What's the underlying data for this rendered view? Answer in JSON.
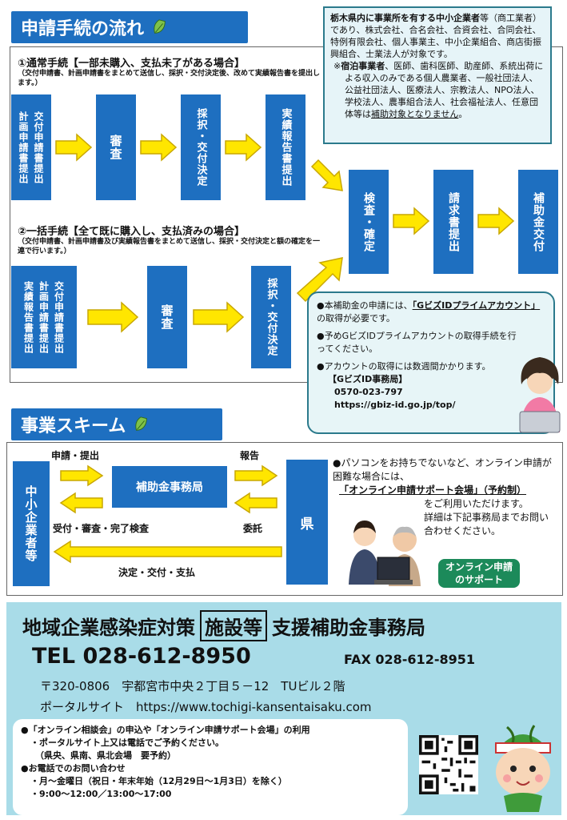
{
  "section1": {
    "title": "申請手続の流れ",
    "normal": {
      "heading": "①通常手続【一部未購入、支払未了がある場合】",
      "note": "（交付申請書、計画申請書をまとめて送信し、採択・交付決定後、改めて実績報告書を提出します。）",
      "box1_a": "交付申請書提出",
      "box1_b": "計画申請書提出",
      "box2": "審査",
      "box3": "採択・交付決定",
      "box4": "実績報告書提出"
    },
    "bulk": {
      "heading": "②一括手続【全て既に購入し、支払済みの場合】",
      "note": "（交付申請書、計画申請書及び実績報告書をまとめて送信し、採択・交付決定と額の確定を一連で行います。）",
      "box1_a": "交付申請書提出",
      "box1_b": "計画申請書提出",
      "box1_c": "実績報告書提出",
      "box2": "審査",
      "box3": "採択・交付決定"
    },
    "common": {
      "box_inspect": "検査・確定",
      "box_claim": "請求書提出",
      "box_grant": "補助金交付"
    }
  },
  "eligibility": {
    "lead": "栃木県内に事業所を有する中小企業者",
    "text": "等（商工業者）であり、株式会社、合名会社、合資会社、合同会社、特例有限会社、個人事業主、中小企業組合、商店街振興組合、士業法人が対象です。",
    "note_mark": "※",
    "note_bold": "宿泊事業者",
    "note_text": "、医師、歯科医師、助産師、系統出荷による収入のみである個人農業者、一般社団法人、公益社団法人、医療法人、宗教法人、NPO法人、学校法人、農事組合法人、社会福祉法人、任意団体等は",
    "note_underline": "補助対象となりません",
    "note_end": "。"
  },
  "gbiz": {
    "item1_a": "本補助金の申請には、",
    "item1_b": "「GビズIDプライムアカウント」",
    "item1_c": "の取得が必要です。",
    "item2": "予めGビズIDプライムアカウントの取得手続を行ってください。",
    "item3": "アカウントの取得には数週間かかります。",
    "office": "【GビズID事務局】",
    "tel": "0570-023-797",
    "url": "https://gbiz-id.go.jp/top/"
  },
  "section2": {
    "title": "事業スキーム",
    "sme": "中小企業者等",
    "office": "補助金事務局",
    "pref": "県",
    "lbl_apply": "申請・提出",
    "lbl_accept": "受付・審査・完了検査",
    "lbl_report": "報告",
    "lbl_entrust": "委託",
    "lbl_decide": "決定・交付・支払",
    "support_text_a": "パソコンをお持ちでないなど、オンライン申請が困難な場合には、",
    "support_venue": "「オンライン申請サポート会場」（予約制）",
    "support_text_b": "をご利用いただけます。",
    "support_text_c": "詳細は下記事務局までお問い合わせください。",
    "support_badge_1": "オンライン申請",
    "support_badge_2": "のサポート"
  },
  "footer": {
    "title_a": "地域企業感染症対策",
    "title_box": "施設等",
    "title_b": "支援補助金事務局",
    "tel": "TEL 028-612-8950",
    "fax": "FAX 028-612-8951",
    "address": "〒320-0806　宇都宮市中央２丁目５－12　TUビル２階",
    "portal": "ポータルサイト　https://www.tochigi-kansentaisaku.com",
    "list1": "「オンライン相談会」の申込や「オンライン申請サポート会場」の利用",
    "list1_sub1": "・ポータルサイト上又は電話でご予約ください。",
    "list1_sub2": "（県央、県南、県北会場　要予約）",
    "list2": "お電話でのお問い合わせ",
    "list2_sub1": "・月～金曜日（祝日・年末年始（12月29日～1月3日）を除く）",
    "list2_sub2": "・9:00～12:00／13:00～17:00"
  },
  "colors": {
    "blue": "#1e6fc0",
    "yellow": "#ffe600",
    "teal": "#2b7a8c",
    "footer_bg": "#a9dce8"
  }
}
